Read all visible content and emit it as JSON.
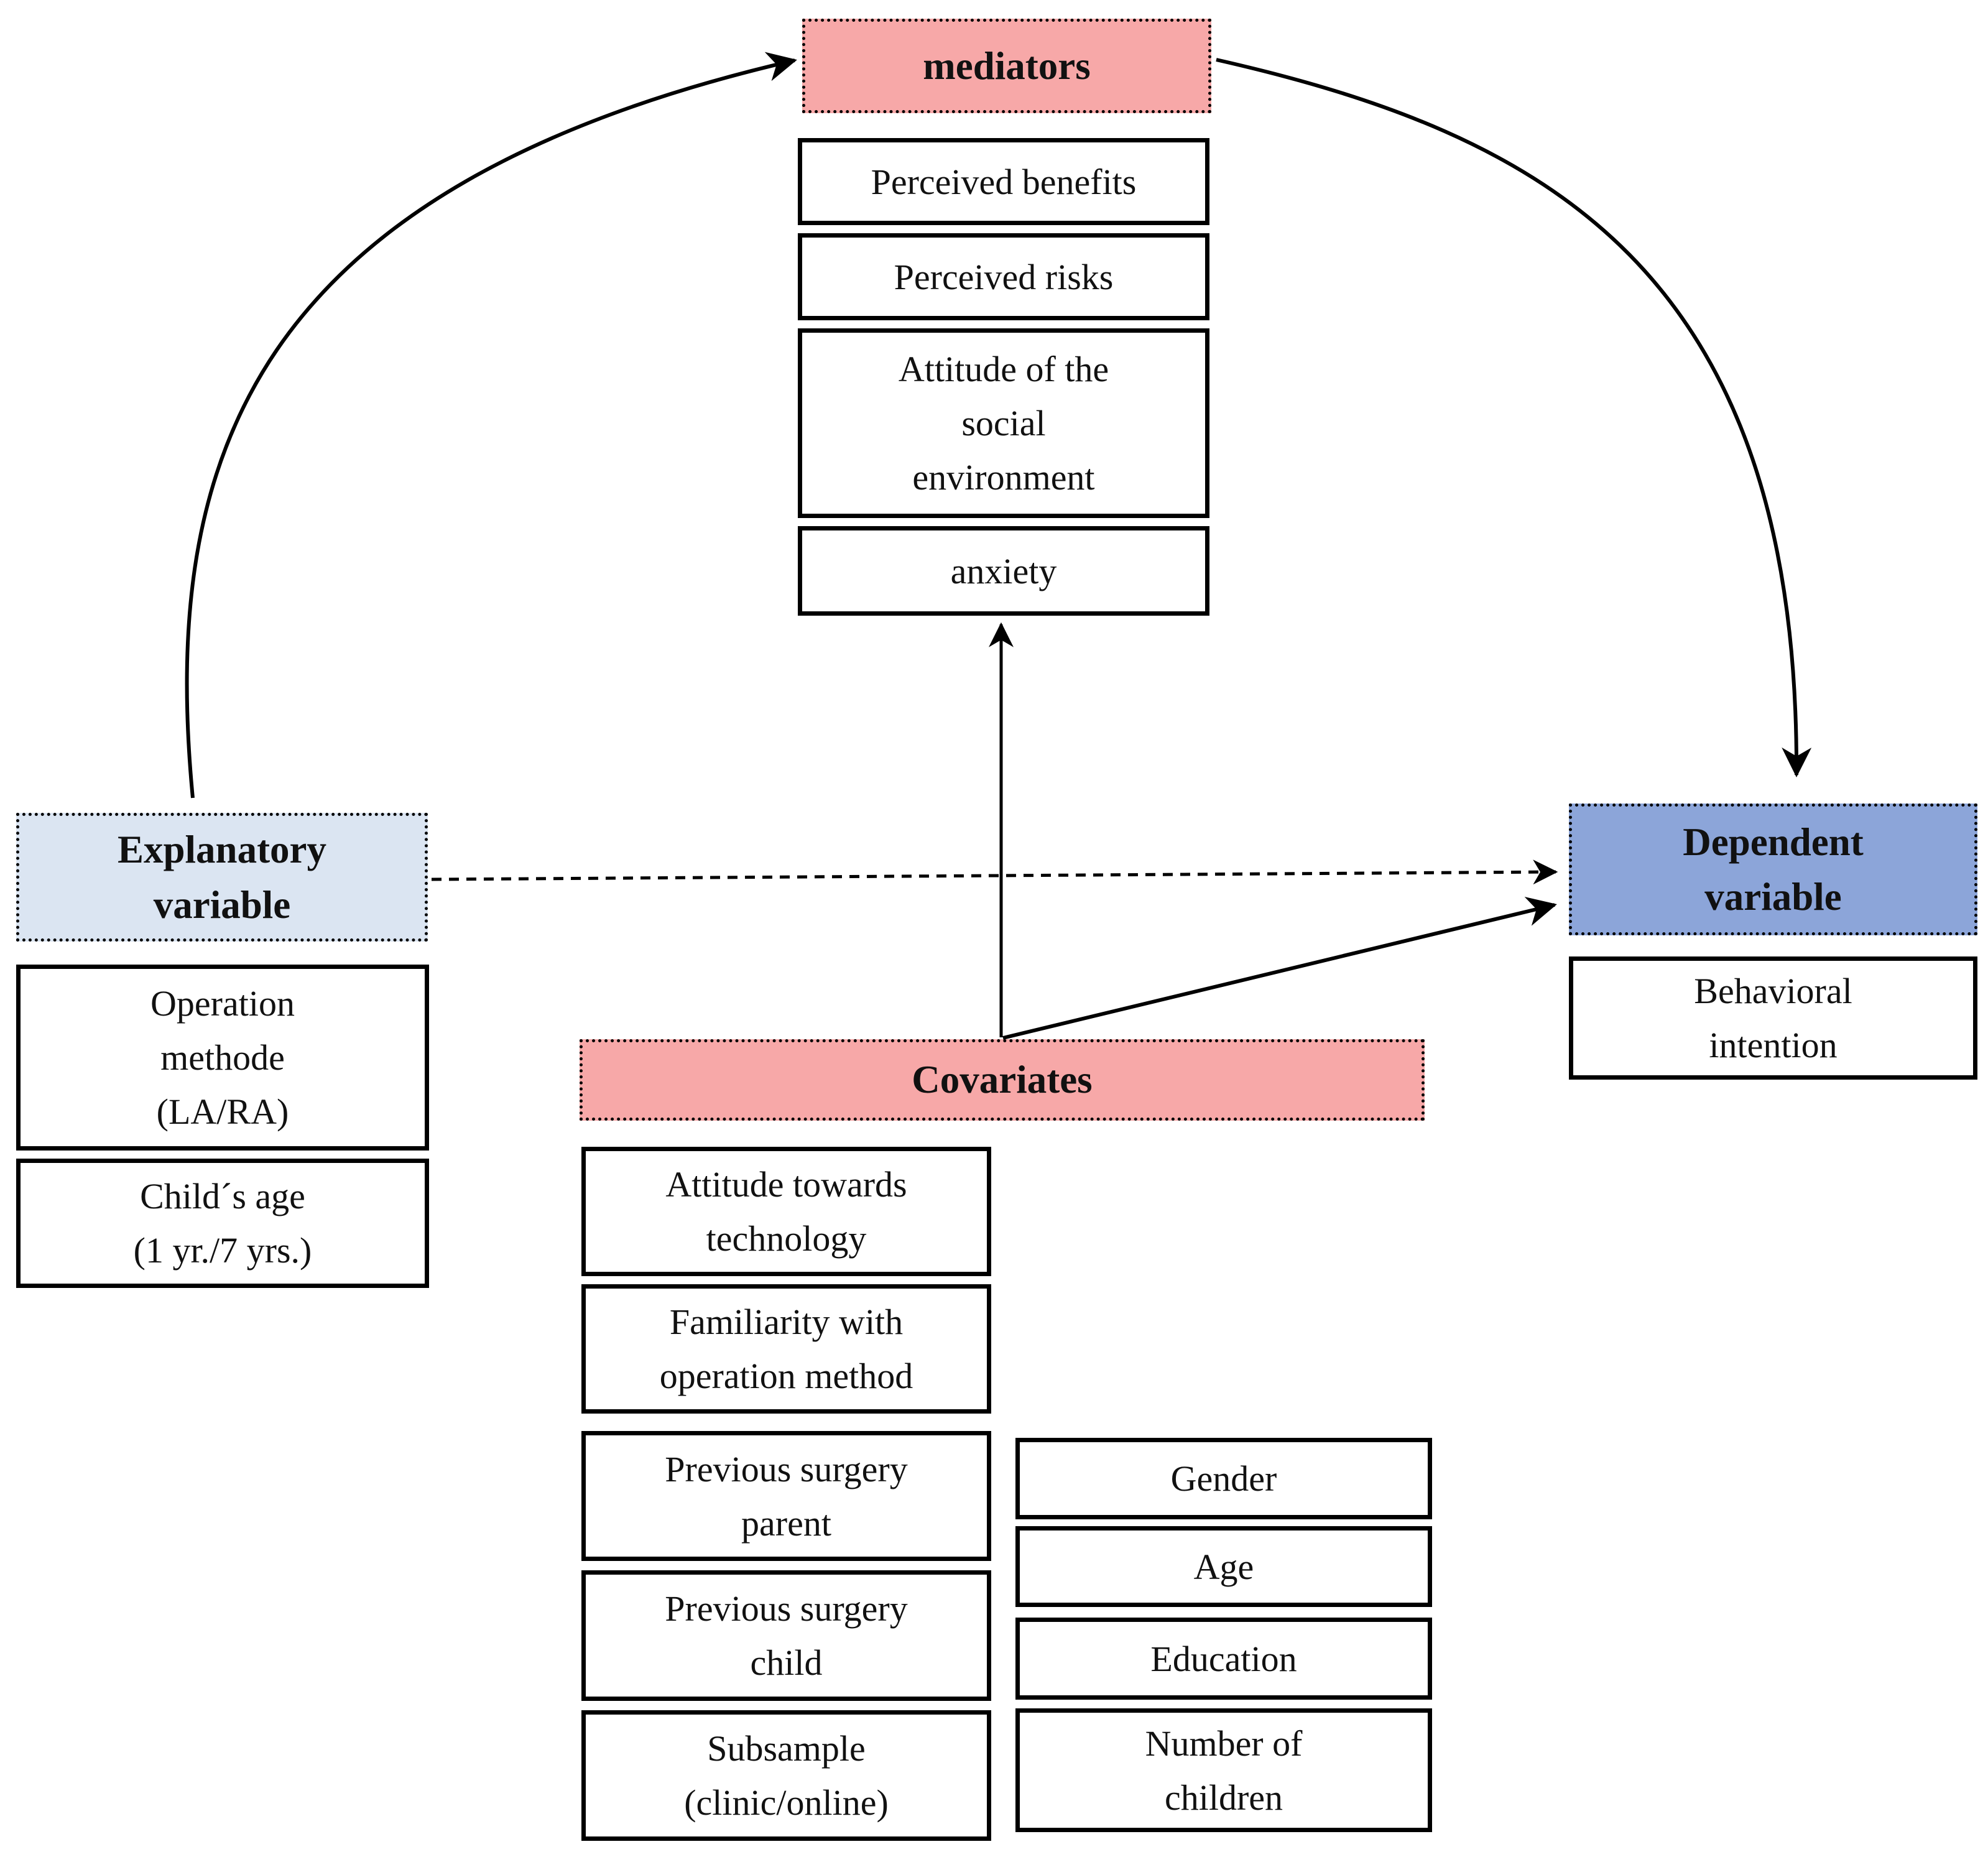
{
  "colors": {
    "pink_header": "#f7a8a8",
    "light_blue_header": "#dbe5f2",
    "blue_header": "#8ca5d9",
    "box_border": "#000000",
    "background": "#ffffff"
  },
  "mediators": {
    "header": "mediators",
    "items": [
      "Perceived benefits",
      "Perceived risks",
      "Attitude of the\nsocial\nenvironment",
      "anxiety"
    ]
  },
  "explanatory": {
    "header": "Explanatory\nvariable",
    "items": [
      "Operation\nmethode\n(LA/RA)",
      "Child´s age\n(1 yr./7 yrs.)"
    ]
  },
  "dependent": {
    "header": "Dependent\nvariable",
    "items": [
      "Behavioral\nintention"
    ]
  },
  "covariates": {
    "header": "Covariates",
    "left_items": [
      "Attitude towards\ntechnology",
      "Familiarity with\noperation method",
      "Previous surgery\nparent",
      "Previous surgery\nchild",
      "Subsample\n(clinic/online)"
    ],
    "right_items": [
      "Gender",
      "Age",
      "Education",
      "Number of\nchildren"
    ]
  },
  "connectors": [
    {
      "name": "explanatory-to-mediators",
      "type": "curved-arrow",
      "line": "solid"
    },
    {
      "name": "mediators-to-dependent",
      "type": "curved-arrow",
      "line": "solid"
    },
    {
      "name": "explanatory-to-dependent",
      "type": "straight-arrow",
      "line": "dashed"
    },
    {
      "name": "covariates-to-anxiety",
      "type": "straight-arrow",
      "line": "solid"
    },
    {
      "name": "covariates-to-dependent",
      "type": "straight-arrow",
      "line": "solid"
    }
  ]
}
